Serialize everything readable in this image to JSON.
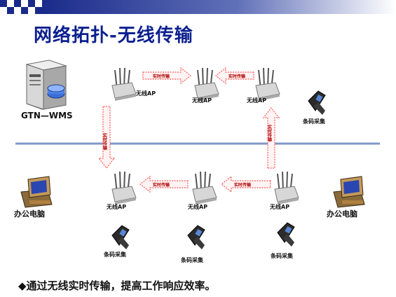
{
  "title": "网络拓扑-无线传输",
  "server_label": "GTN—WMS",
  "pc_label": "办公电脑",
  "ap_label": "无线AP",
  "scanner_label": "条码采集",
  "arrow_label": "实时传输",
  "footer_text": "◆通过无线实时传输，提高工作响应效率。",
  "colors": {
    "title": "#0b1f8f",
    "divider": "#7f98c8",
    "arrow_outline": "#ff5a5a"
  }
}
